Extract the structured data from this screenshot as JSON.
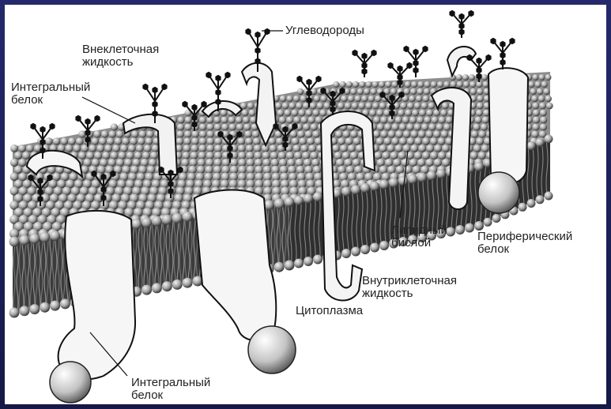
{
  "labels": {
    "carbohydrates": "Углеводороды",
    "extracellular": "Внеклеточная\nжидкость",
    "integral_top": "Интегральный\nбелок",
    "lipid_bilayer": "Липидный\nбислой",
    "peripheral": "Периферический\nбелок",
    "intracellular": "Внутриклеточная\nжидкость",
    "cytoplasm": "Цитоплазма",
    "integral_bottom": "Интегральный\nбелок"
  },
  "colors": {
    "background_frame": "#1b1f55",
    "canvas": "#ffffff",
    "lipid_head": "#9a9a9a",
    "protein": "#f4f4f4",
    "carbohydrate": "#111111"
  }
}
